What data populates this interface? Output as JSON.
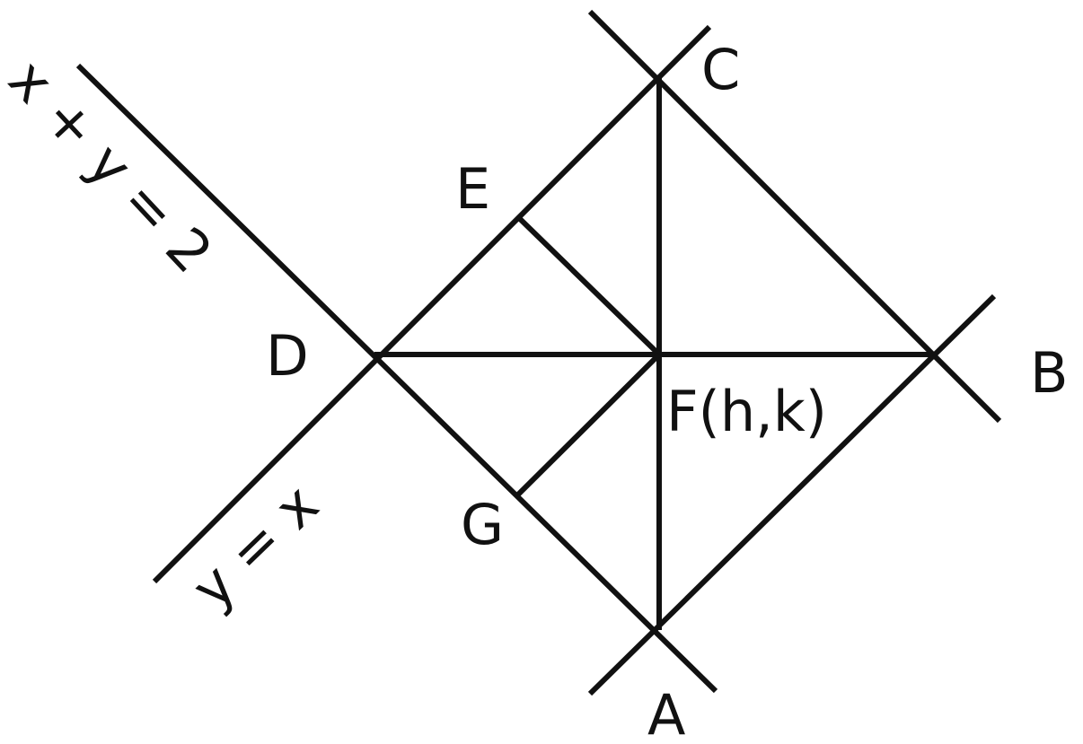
{
  "diagram": {
    "labels": {
      "c": "C",
      "e": "E",
      "d": "D",
      "b": "B",
      "f": "F(h,k)",
      "g": "G",
      "a": "A",
      "line_sum": "x + y = 2",
      "line_identity": "y = x"
    },
    "colors": {
      "stroke": "#111111",
      "background": "#ffffff"
    }
  }
}
